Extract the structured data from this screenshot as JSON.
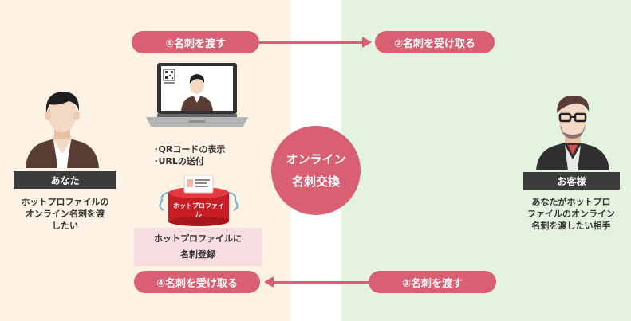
{
  "steps": {
    "step1": "①名刺を渡す",
    "step2": "②名刺を受け取る",
    "step3": "③名刺を渡す",
    "step4": "④名刺を受け取る"
  },
  "left_person": {
    "label": "あなた",
    "desc_line1": "ホットプロファイルの",
    "desc_line2": "オンライン名刺を渡",
    "desc_line3": "したい"
  },
  "right_person": {
    "label": "お客様",
    "desc_line1": "あなたがホットプロ",
    "desc_line2": "ファイルのオンライン",
    "desc_line3": "名刺を渡したい相手"
  },
  "center": {
    "line1": "オンライン",
    "line2": "名刺交換"
  },
  "laptop_notes": {
    "line1": "･QRコードの表示",
    "line2": "･URLの送付"
  },
  "database": {
    "logo_text": "ホットプロファイル"
  },
  "registration": {
    "line1": "ホットプロファイルに",
    "line2": "名刺登録"
  },
  "colors": {
    "accent": "#d95f72",
    "left_bg": "#fdf2e3",
    "right_bg": "#e3f3e0",
    "label_bar": "#3c3c3c"
  }
}
